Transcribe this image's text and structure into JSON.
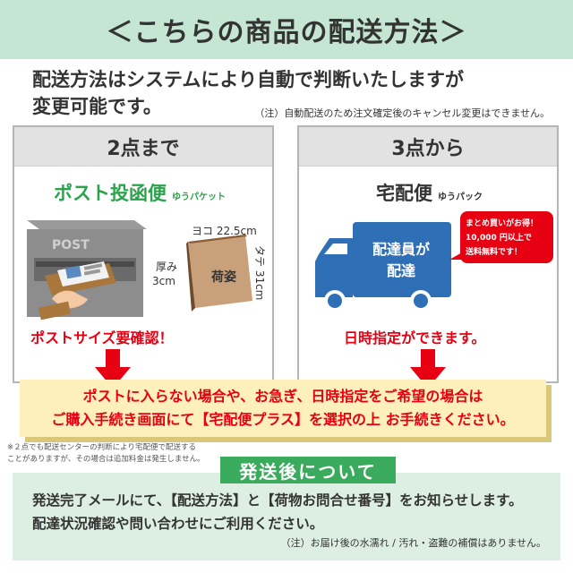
{
  "title": "＜こちらの商品の配送方法＞",
  "intro": {
    "line1": "配送方法はシステムにより自動で判断いたしますが",
    "line2": "変更可能です。",
    "note": "（注）自動配送のため注文確定後のキャンセル変更はできません。"
  },
  "left_panel": {
    "header": "2点まで",
    "method": "ポスト投函便",
    "method_sub": "ゆうパケット",
    "mailbox_label": "POST",
    "package_label": "荷姿",
    "dim_width": "ヨコ 22.5cm",
    "dim_height": "タテ 31cm",
    "dim_depth_1": "厚み",
    "dim_depth_2": "3cm",
    "notice": "ポストサイズ要確認！"
  },
  "right_panel": {
    "header": "3点から",
    "method": "宅配便",
    "method_sub": "ゆうパック",
    "truck_line1": "配達員が",
    "truck_line2": "配達",
    "bubble_line1": "まとめ買いがお得！",
    "bubble_line2": "10,000 円以上で",
    "bubble_line3": "送料無料です！",
    "notice": "日時指定ができます。"
  },
  "yellow_box": {
    "line1": "ポストに入らない場合や、お急ぎ、日時指定をご希望の場合は",
    "line2": "ご購入手続き画面にて【宅配便プラス】を選択の上 お手続きください。"
  },
  "small_note": {
    "line1": "※２点でも配送センターの判断により宅配便で配送する",
    "line2": "ことがありますが、その場合は追加料金は発生しません。"
  },
  "after": {
    "title": "発送後について",
    "line1": "発送完了メールにて、【配送方法】と【荷物お問合せ番号】をお知らせします。",
    "line2": "配達状況確認や問い合わせにご利用ください。",
    "note": "（注）お届け後の水濡れ / 汚れ・盗難の補償はありません。"
  },
  "colors": {
    "title_bg": "#c5e6d3",
    "green": "#2ba24c",
    "red": "#e60012",
    "truck_blue": "#2f6fb5",
    "yellow_bg": "#fdf0bd",
    "after_bg": "#ddefe3",
    "after_title_bg": "#3aaa5c"
  }
}
